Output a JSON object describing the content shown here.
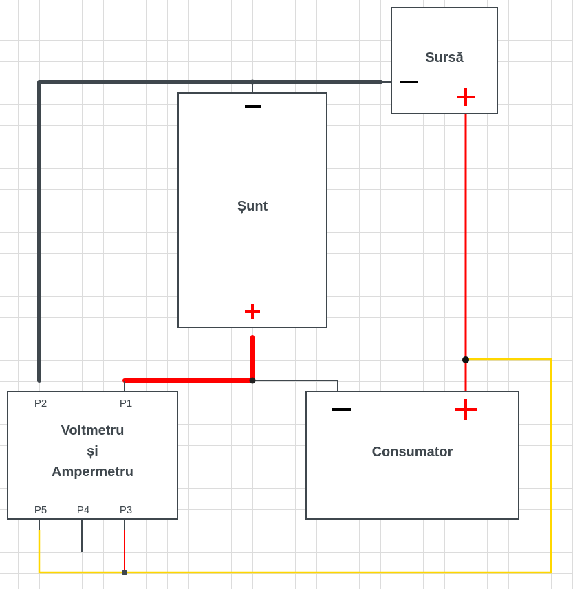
{
  "colors": {
    "grid": "#dcdcdc",
    "border": "#3f474d",
    "negative_wire": "#3f474d",
    "positive_wire": "#ff0000",
    "signal_wire": "#ffd700",
    "minus_sign": "#000000",
    "plus_sign": "#ff0000"
  },
  "blocks": {
    "source": {
      "title": "Sursă"
    },
    "shunt": {
      "title": "Șunt"
    },
    "meter": {
      "title_line1": "Voltmetru",
      "title_line2": "și",
      "title_line3": "Ampermetru",
      "ports": {
        "p1": "P1",
        "p2": "P2",
        "p3": "P3",
        "p4": "P4",
        "p5": "P5"
      }
    },
    "consumer": {
      "title": "Consumator"
    }
  },
  "icons": {
    "minus": "minus-sign-icon",
    "plus": "plus-sign-icon"
  }
}
